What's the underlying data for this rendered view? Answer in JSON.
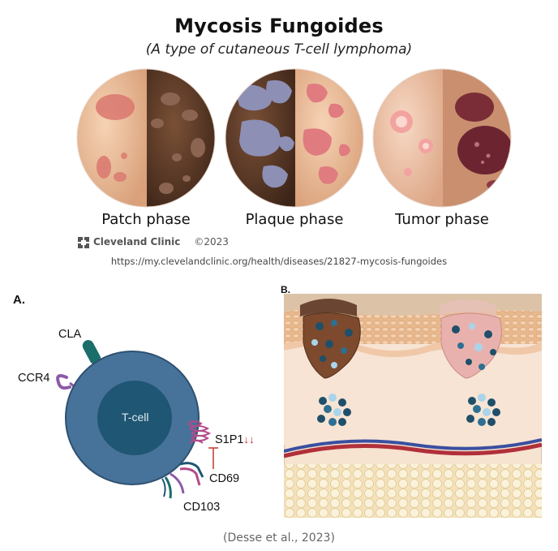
{
  "header": {
    "title": "Mycosis Fungoides",
    "subtitle": "(A type of cutaneous T-cell lymphoma)"
  },
  "phases": [
    {
      "label": "Patch phase"
    },
    {
      "label": "Plaque phase"
    },
    {
      "label": "Tumor phase"
    }
  ],
  "credit": {
    "brand": "Cleveland Clinic",
    "copyright": "©2023",
    "url": "https://my.clevelandclinic.org/health/diseases/21827-mycosis-fungoides"
  },
  "panel_a": {
    "label": "A.",
    "cell_label": "T-cell",
    "markers": {
      "cla": "CLA",
      "ccr4": "CCR4",
      "s1p1": "S1P1",
      "s1p1_arrows": "↓↓",
      "cd69": "CD69",
      "cd103": "CD103"
    }
  },
  "panel_b": {
    "label": "B."
  },
  "citation": "(Desse et al., 2023)",
  "colors": {
    "cell_outer": "#47739a",
    "cell_nucleus": "#1f5673",
    "cla": "#1b6e6a",
    "ccr4": "#8e5aa8",
    "s1p1": "#b44a8a",
    "arrow_red": "#d11c1c",
    "tcell_dark": "#1f4f6a",
    "tcell_light": "#aad4ea"
  }
}
